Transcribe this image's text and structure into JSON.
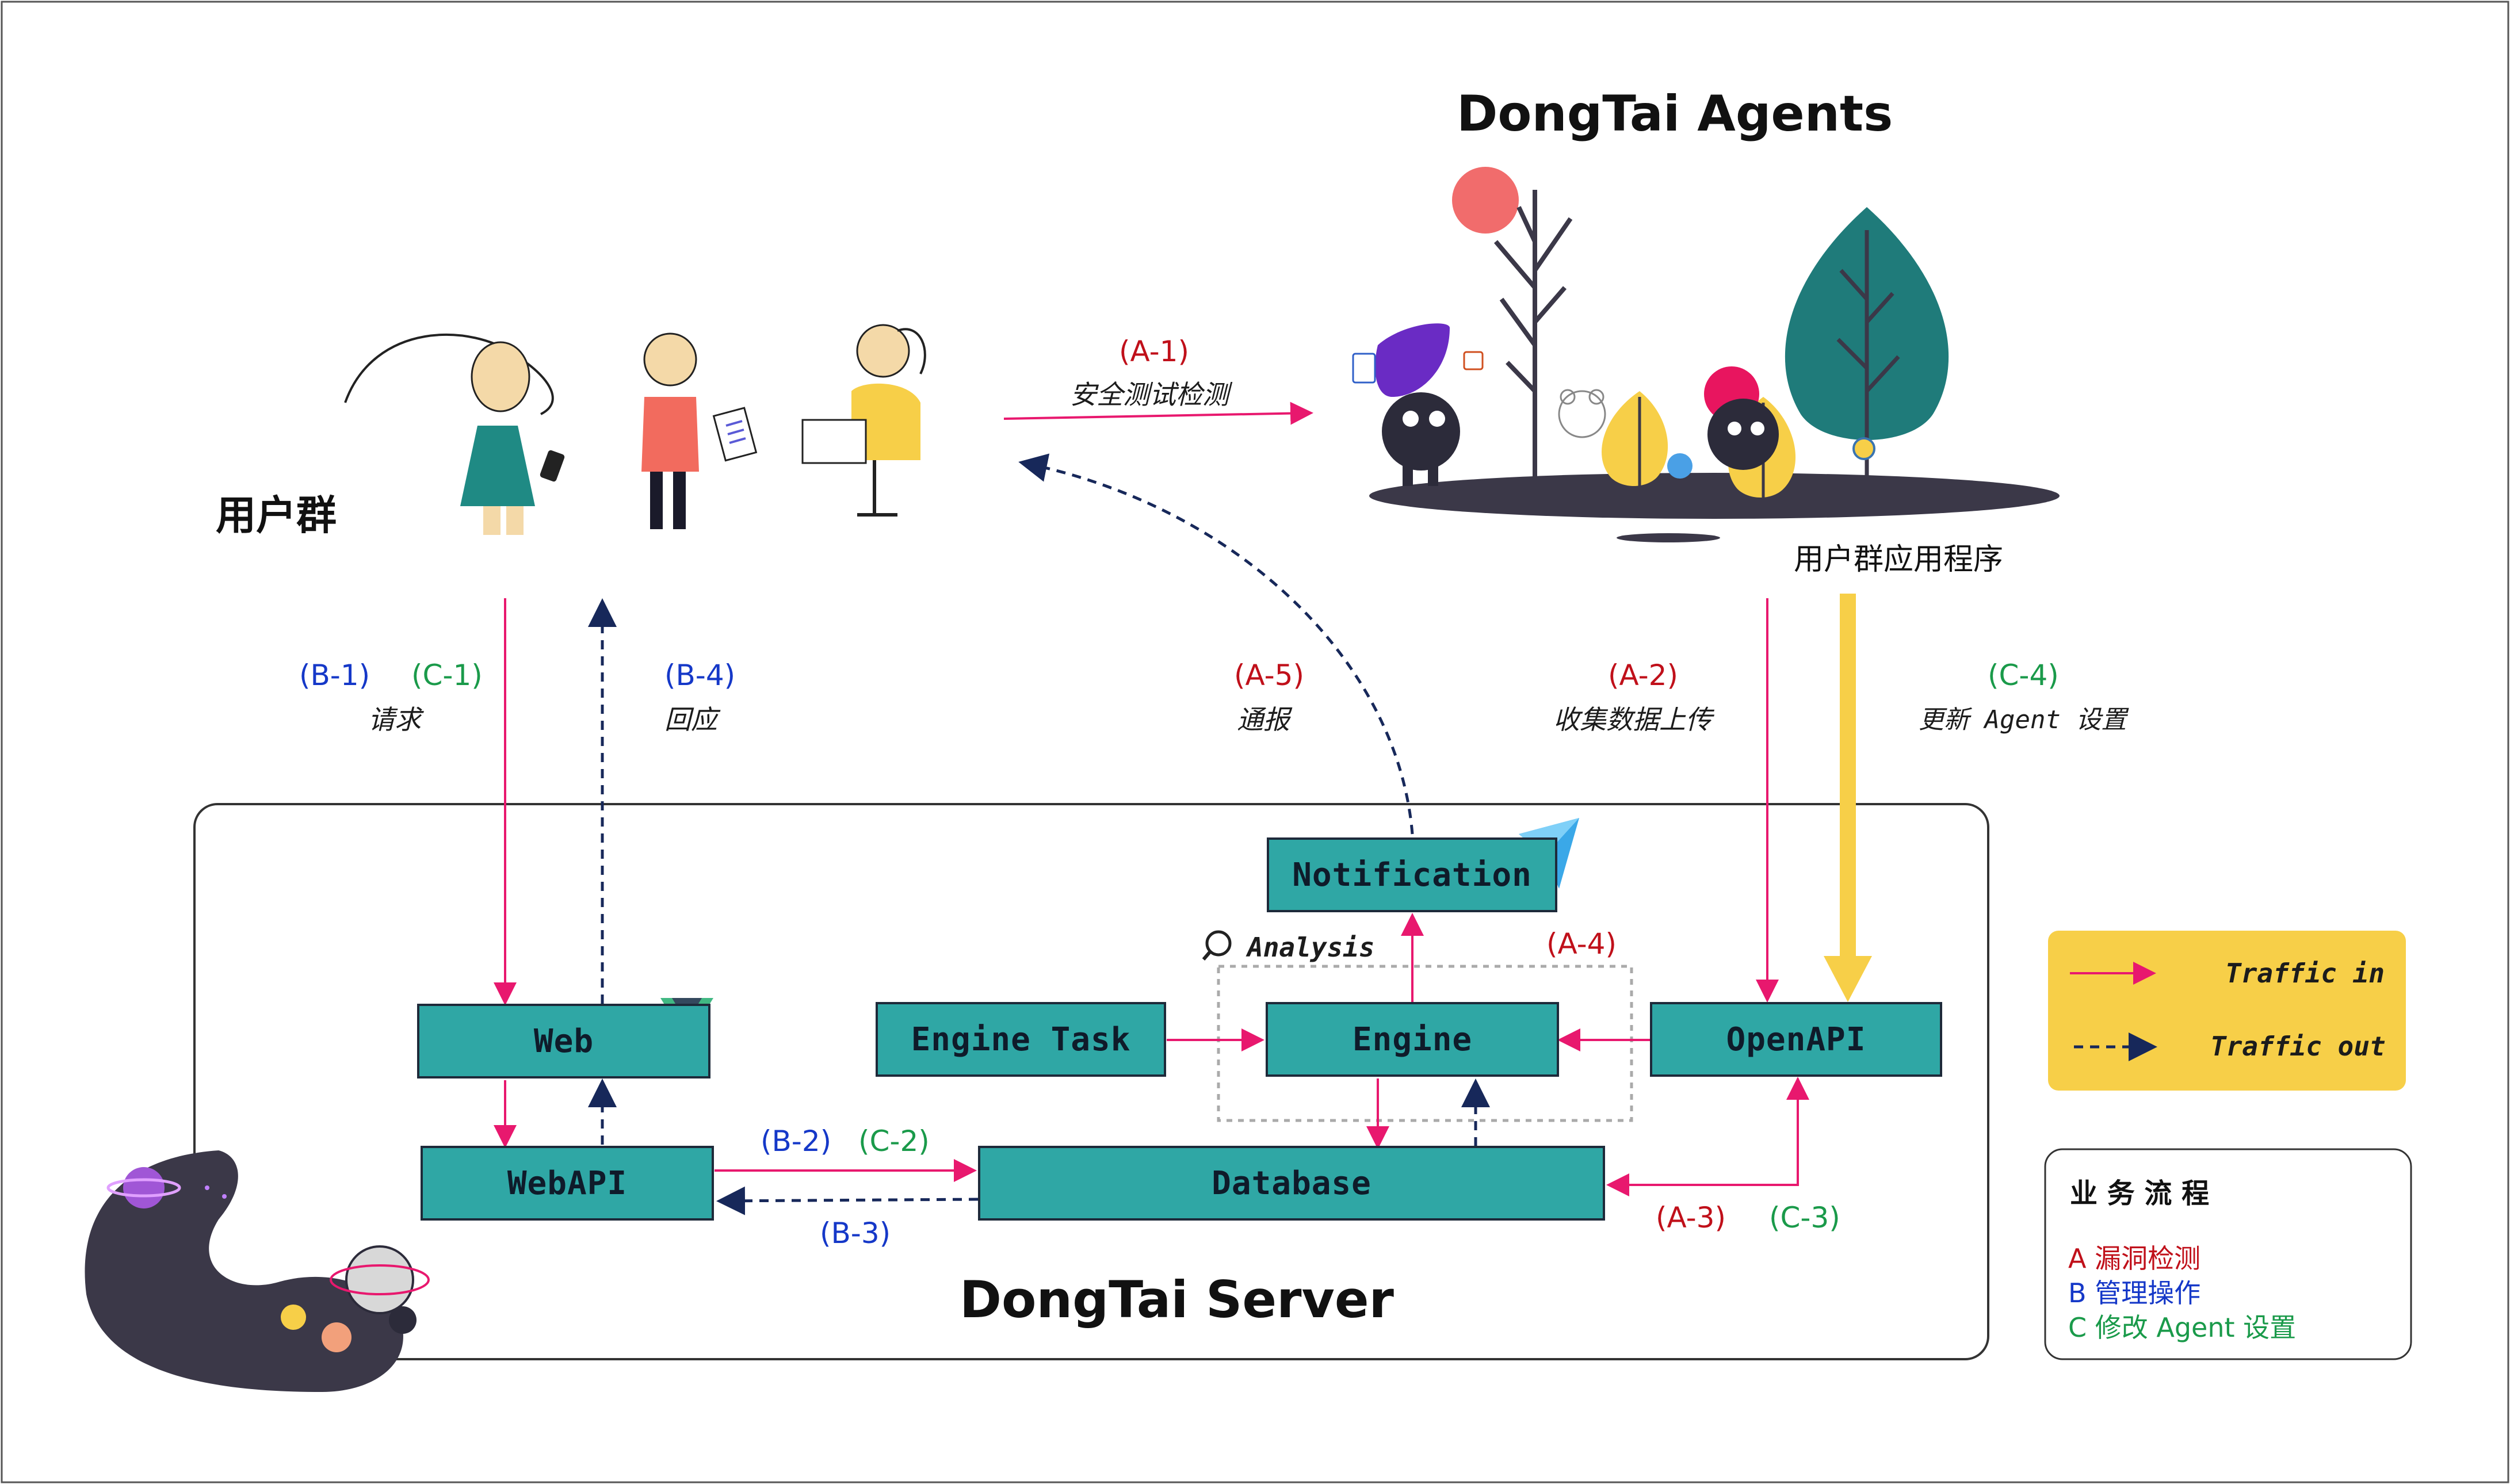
{
  "titles": {
    "agents": "DongTai Agents",
    "server": "DongTai Server",
    "user_group": "用户群",
    "user_apps": "用户群应用程序"
  },
  "components": {
    "web": "Web",
    "webapi": "WebAPI",
    "database": "Database",
    "engine_task": "Engine Task",
    "engine": "Engine",
    "openapi": "OpenAPI",
    "notification": "Notification",
    "analysis": "Analysis"
  },
  "flows": {
    "a1_code": "(A-1)",
    "a1_text": "安全测试检测",
    "a2_code": "(A-2)",
    "a2_text": "收集数据上传",
    "a3_code": "(A-3)",
    "a4_code": "(A-4)",
    "a5_code": "(A-5)",
    "a5_text": "通报",
    "b1_code": "(B-1)",
    "b1_text": "请求",
    "b2_code": "(B-2)",
    "b3_code": "(B-3)",
    "b4_code": "(B-4)",
    "b4_text": "回应",
    "c1_code": "(C-1)",
    "c2_code": "(C-2)",
    "c3_code": "(C-3)",
    "c4_code": "(C-4)",
    "c4_text": "更新 Agent 设置"
  },
  "legend": {
    "traffic_in": "Traffic in",
    "traffic_out": "Traffic out"
  },
  "process": {
    "title": "业 务 流 程",
    "a_letter": "A",
    "a_text": "漏洞检测",
    "b_letter": "B",
    "b_text": "管理操作",
    "c_letter": "C",
    "c_text": "修改 Agent 设置"
  },
  "colors": {
    "box_fill": "#2fa7a5",
    "traffic_in": "#e8186e",
    "traffic_out": "#17285a",
    "agent_update": "#f7cf48",
    "label_red": "#c0101a",
    "label_blue": "#1538c8",
    "label_green": "#1a9a4a"
  }
}
